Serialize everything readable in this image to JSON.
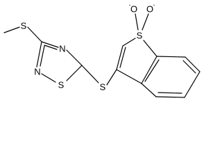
{
  "atoms": {
    "s_methylthio": "S",
    "n_ring_top": "N",
    "n_ring_left": "N",
    "s_ring_bottom": "S",
    "s_bridge": "S",
    "s_sulfone": "S",
    "o_left": "O",
    "o_right": "O",
    "o_left_charge": "-",
    "o_right_charge": "-"
  }
}
